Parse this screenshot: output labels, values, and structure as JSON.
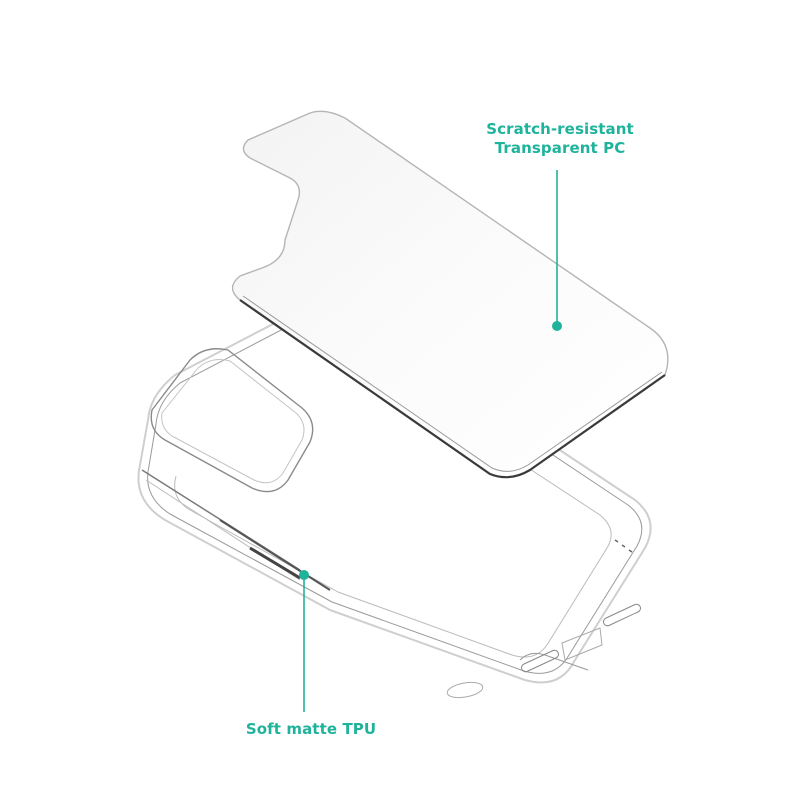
{
  "callouts": {
    "top": {
      "line1": "Scratch-resistant",
      "line2": "Transparent PC"
    },
    "bottom": {
      "text": "Soft matte TPU"
    }
  },
  "colors": {
    "accent": "#1fb39b",
    "outline": "#333333",
    "background": "#ffffff"
  },
  "illustration": {
    "parts": [
      "transparent-pc-back-plate",
      "tpu-bumper-frame"
    ]
  }
}
